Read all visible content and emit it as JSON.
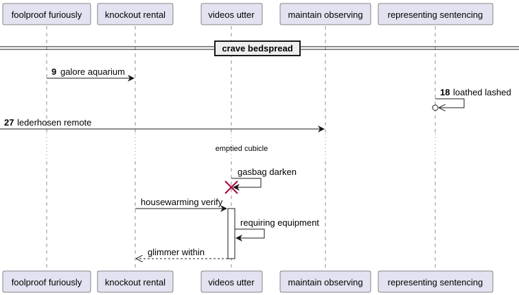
{
  "participants": [
    {
      "id": "p1",
      "label": "foolproof furiously"
    },
    {
      "id": "p2",
      "label": "knockout rental"
    },
    {
      "id": "p3",
      "label": "videos utter"
    },
    {
      "id": "p4",
      "label": "maintain observing"
    },
    {
      "id": "p5",
      "label": "representing sentencing"
    }
  ],
  "divider": {
    "label": "crave bedspread"
  },
  "messages": {
    "m1": {
      "number": "9",
      "label": "galore aquarium"
    },
    "m2": {
      "number": "18",
      "label": "loathed lashed"
    },
    "m3": {
      "number": "27",
      "label": "lederhosen remote"
    },
    "delay": {
      "label": "emptied cubicle"
    },
    "m4": {
      "label": "gasbag darken"
    },
    "m5": {
      "label": "housewarming verify"
    },
    "m6": {
      "label": "requiring equipment"
    },
    "m7": {
      "label": "glimmer within"
    }
  },
  "colors": {
    "participant_fill": "#E2E2F0",
    "line": "#181818",
    "destroy": "#A80036"
  }
}
